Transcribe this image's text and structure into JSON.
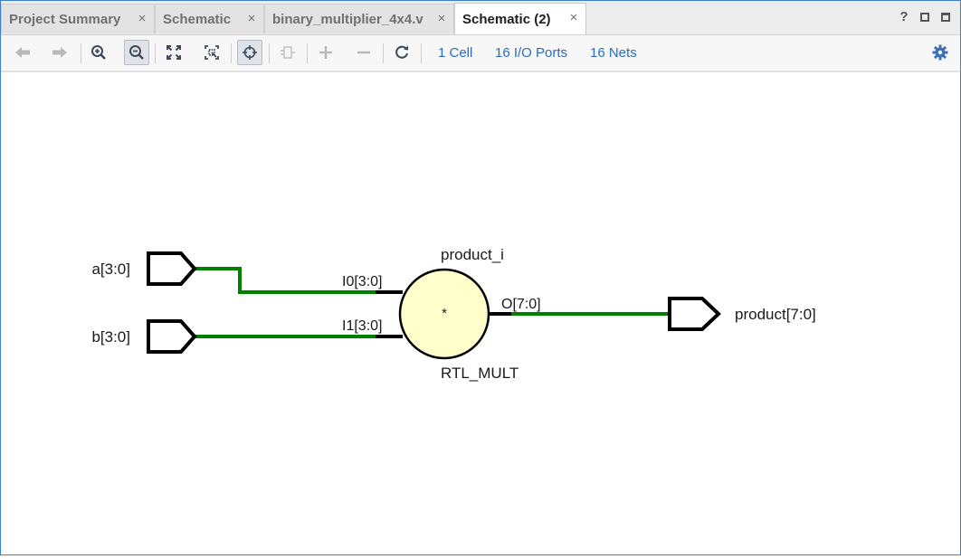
{
  "tabs": [
    {
      "label": "Project Summary",
      "active": false
    },
    {
      "label": "Schematic",
      "active": false
    },
    {
      "label": "binary_multiplier_4x4.v",
      "active": false
    },
    {
      "label": "Schematic (2)",
      "active": true
    }
  ],
  "tab_close_glyph": "×",
  "window_controls": {
    "help": "?"
  },
  "toolbar": {
    "icons": [
      "back-icon",
      "forward-icon",
      "zoom-in-icon",
      "zoom-out-icon",
      "zoom-fit-icon",
      "zoom-selection-icon",
      "select-mode-icon",
      "collapse-cell-icon",
      "add-icon",
      "remove-icon",
      "refresh-icon",
      "settings-icon"
    ],
    "cells_link": "1 Cell",
    "ports_link": "16 I/O Ports",
    "nets_link": "16 Nets"
  },
  "schematic": {
    "inputs": [
      {
        "name": "a[3:0]"
      },
      {
        "name": "b[3:0]"
      }
    ],
    "output": {
      "name": "product[7:0]"
    },
    "cell": {
      "instance": "product_i",
      "type": "RTL_MULT",
      "symbol": "*",
      "pins_in": [
        "I0[3:0]",
        "I1[3:0]"
      ],
      "pin_out": "O[7:0]"
    },
    "colors": {
      "net": "#008000",
      "cell_fill": "#ffffcc",
      "outline": "#000000"
    }
  }
}
